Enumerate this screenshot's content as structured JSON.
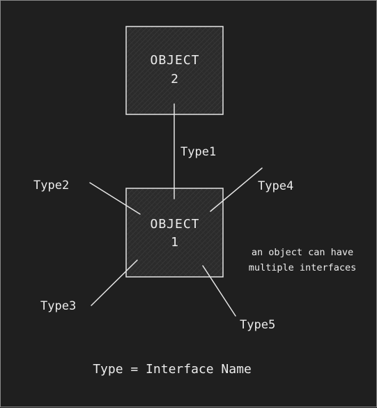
{
  "diagram": {
    "nodes": [
      {
        "id": "object2",
        "line1": "OBJECT",
        "line2": "2"
      },
      {
        "id": "object1",
        "line1": "OBJECT",
        "line2": "1"
      }
    ],
    "edges": [
      {
        "id": "type1",
        "label": "Type1"
      },
      {
        "id": "type2",
        "label": "Type2"
      },
      {
        "id": "type3",
        "label": "Type3"
      },
      {
        "id": "type4",
        "label": "Type4"
      },
      {
        "id": "type5",
        "label": "Type5"
      }
    ],
    "note": {
      "line1": "an object can have",
      "line2": "multiple interfaces"
    },
    "legend": "Type = Interface Name"
  },
  "colors": {
    "background": "#1f1f1f",
    "stroke": "#e6e6e6",
    "text": "#ececec"
  }
}
